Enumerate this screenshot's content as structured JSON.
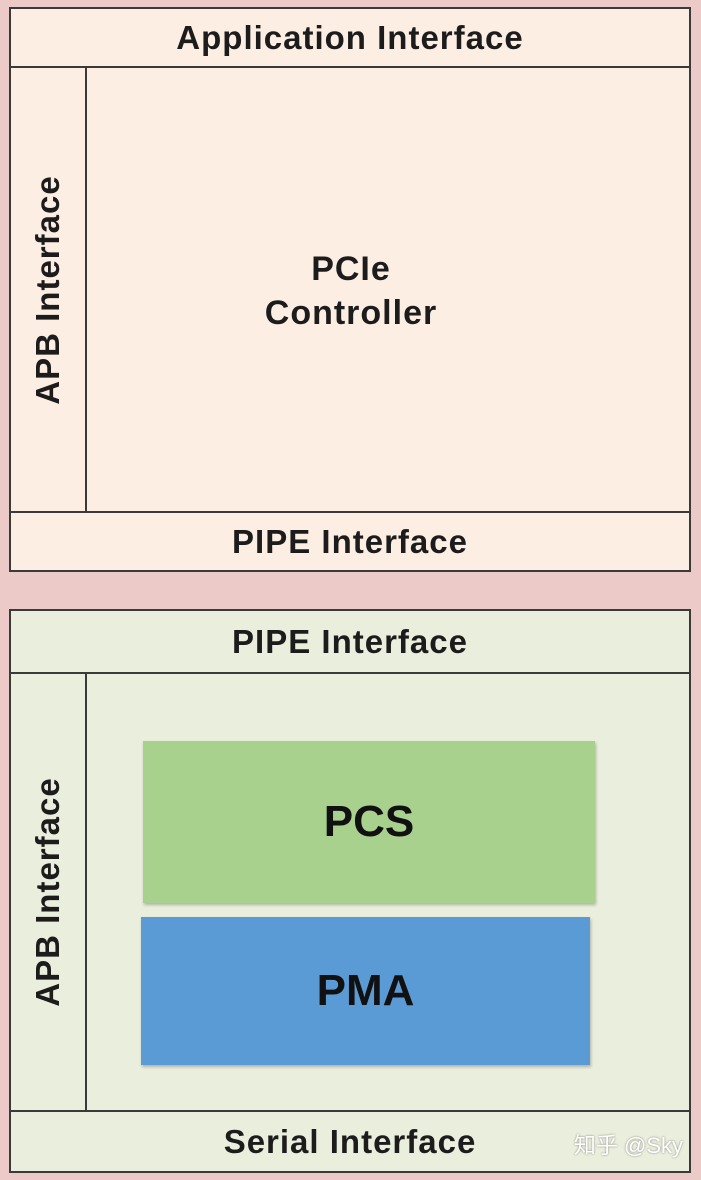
{
  "controller": {
    "top_label": "Application Interface",
    "side_label": "APB Interface",
    "center_label_line1": "PCIe",
    "center_label_line2": "Controller",
    "bottom_label": "PIPE Interface"
  },
  "phy": {
    "top_label": "PIPE Interface",
    "side_label": "APB Interface",
    "pcs_label": "PCS",
    "pma_label": "PMA",
    "bottom_label": "Serial Interface"
  },
  "watermark": "知乎 @Sky",
  "colors": {
    "background": "#eccac8",
    "controller_fill": "#fdeee4",
    "phy_fill": "#eaeedd",
    "pcs_fill": "#a9d18e",
    "pma_fill": "#5b9bd5"
  }
}
